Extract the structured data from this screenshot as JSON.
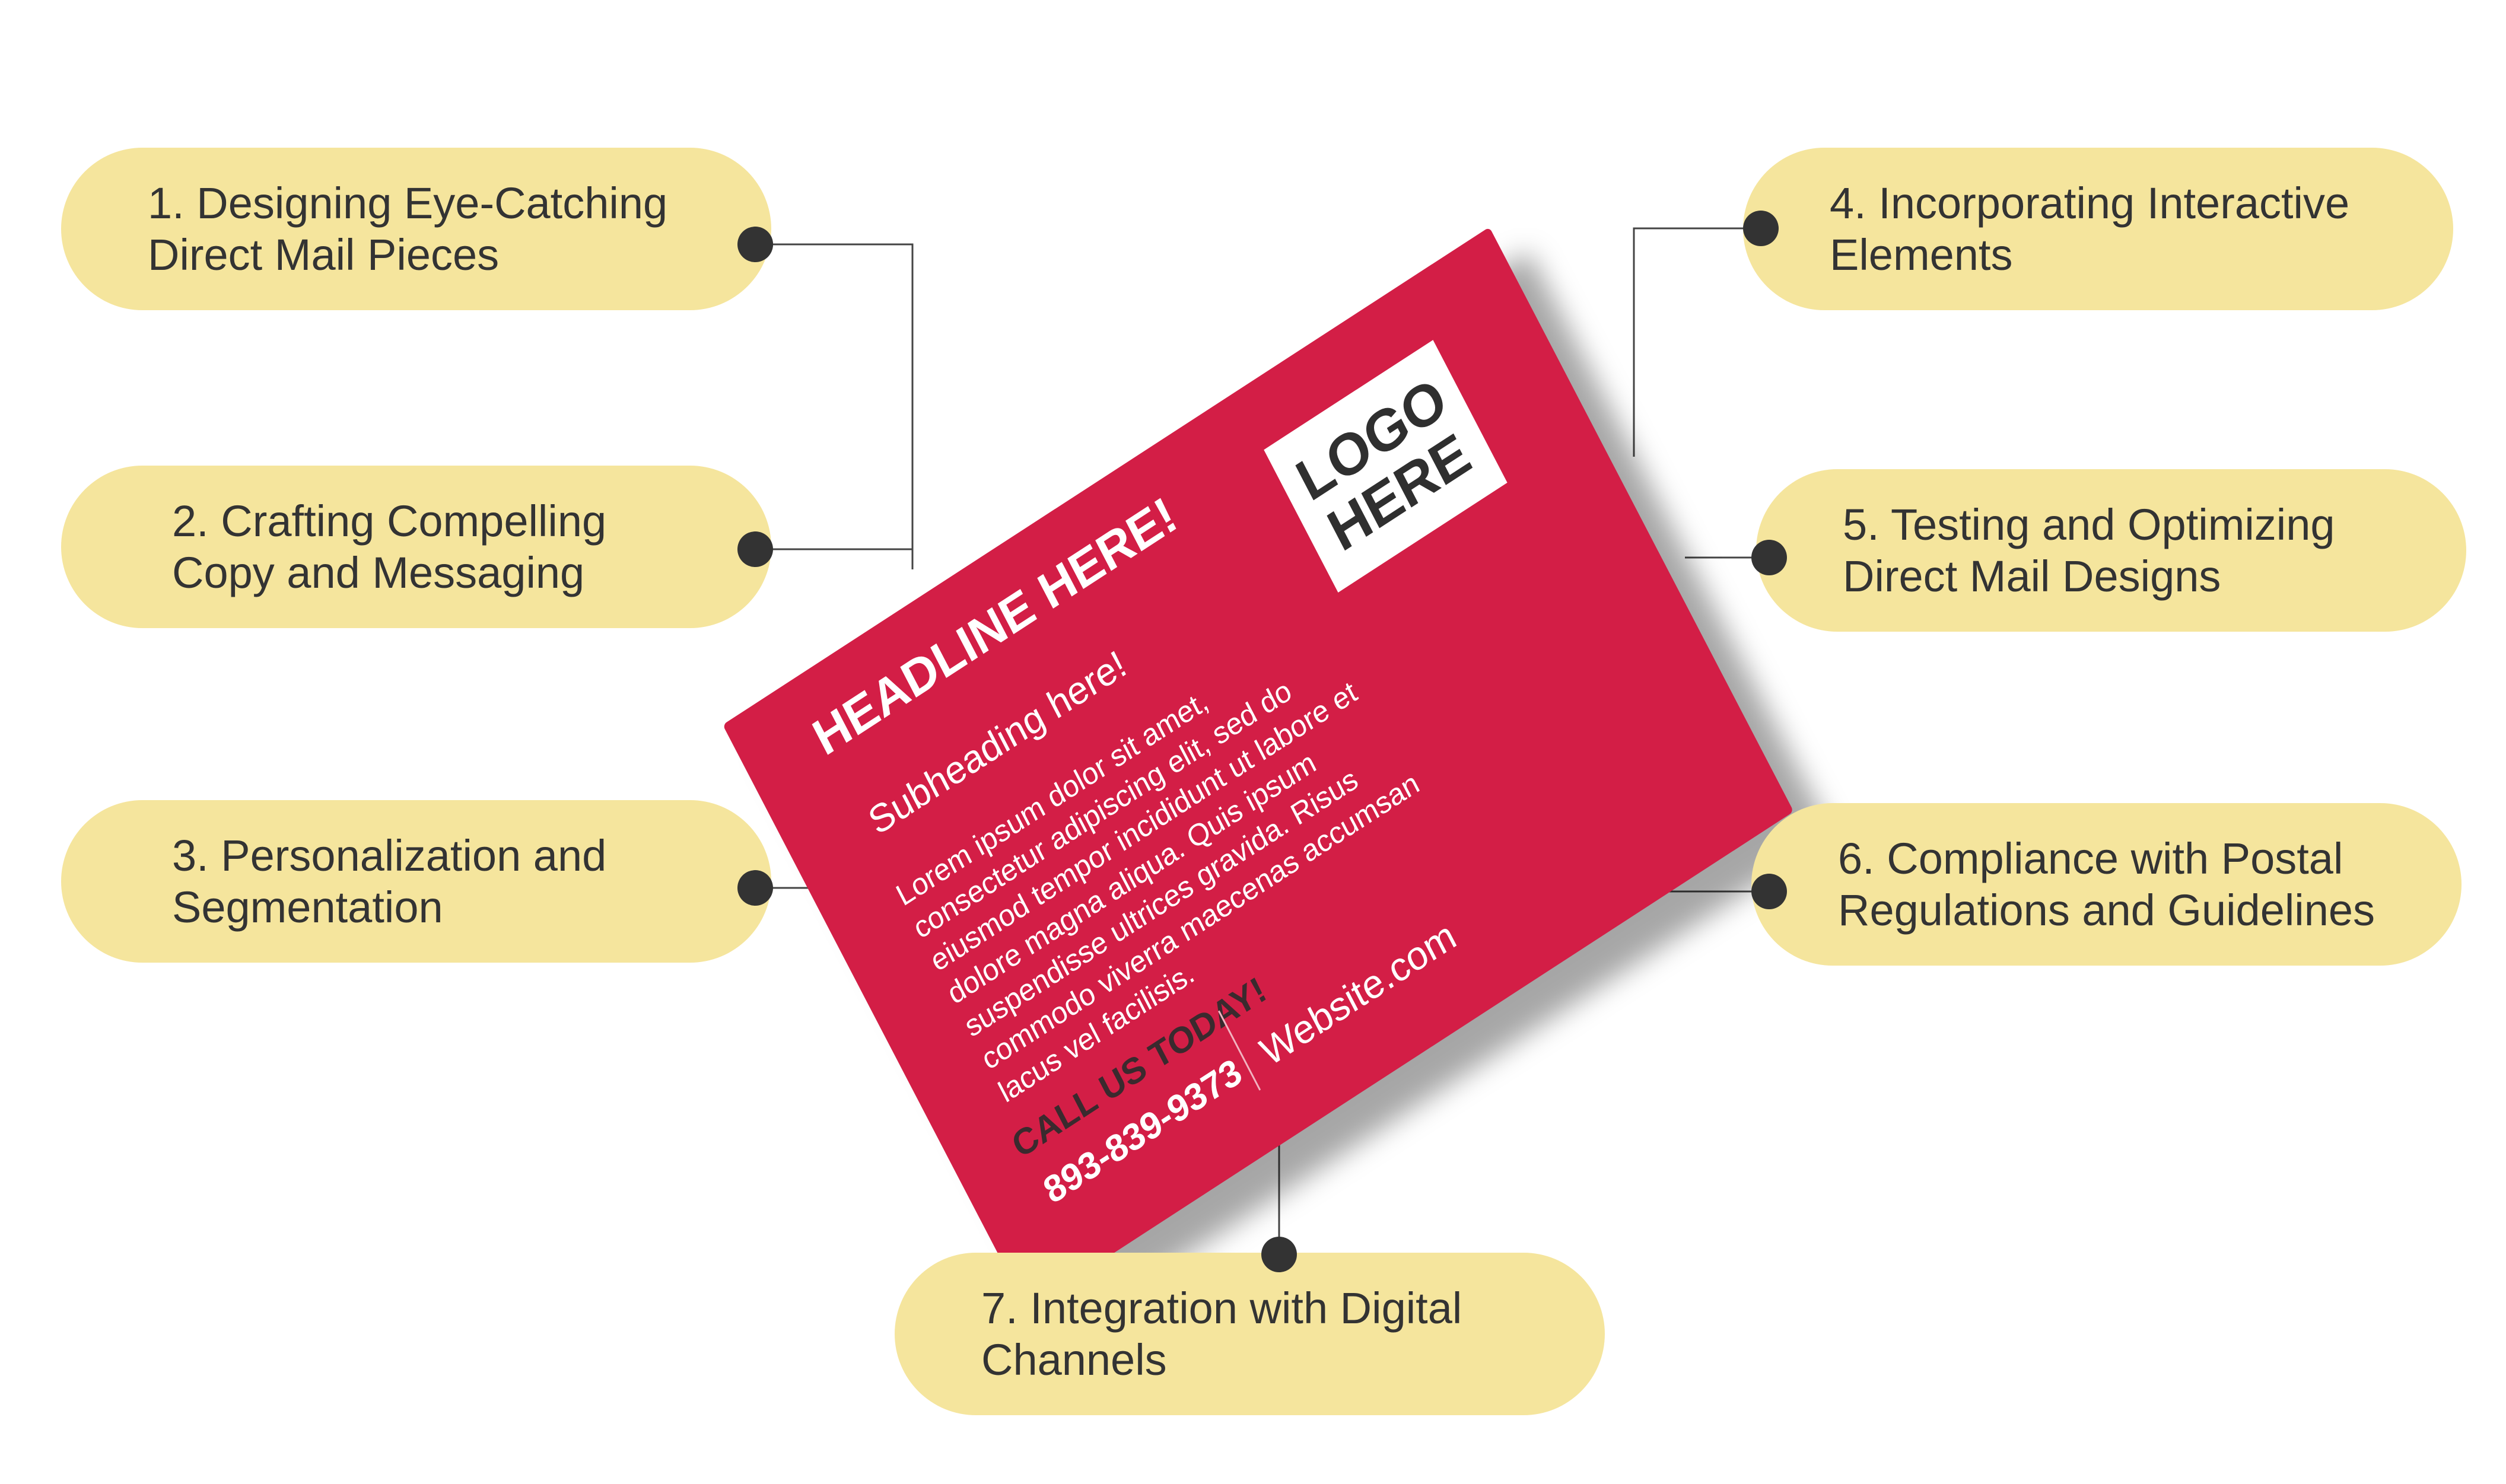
{
  "items": [
    {
      "line1": "1. Designing Eye-Catching",
      "line2": "Direct Mail Pieces"
    },
    {
      "line1": "2. Crafting Compelling",
      "line2": "Copy and Messaging"
    },
    {
      "line1": "3. Personalization and",
      "line2": "Segmentation"
    },
    {
      "line1": "4. Incorporating Interactive",
      "line2": "Elements"
    },
    {
      "line1": "5. Testing and Optimizing",
      "line2": "Direct Mail Designs"
    },
    {
      "line1": "6. Compliance with Postal",
      "line2": "Regulations and Guidelines"
    },
    {
      "line1": "7. Integration with Digital",
      "line2": "Channels"
    }
  ],
  "card": {
    "headline": "HEADLINE HERE!",
    "subheading": "Subheading here!",
    "body": [
      "Lorem ipsum dolor sit amet,",
      "consectetur adipiscing elit, sed do",
      "eiusmod tempor incididunt ut labore et",
      "dolore magna aliqua. Quis ipsum",
      "suspendisse ultrices gravida. Risus",
      "commodo viverra maecenas accumsan",
      "lacus vel facilisis."
    ],
    "call": "CALL US TODAY!",
    "phone": "893-839-9373",
    "website": "Website.com",
    "logo_line1": "LOGO",
    "logo_line2": "HERE"
  },
  "colors": {
    "pill": "#f5e59d",
    "card": "#d31e46",
    "dot": "#333333"
  }
}
